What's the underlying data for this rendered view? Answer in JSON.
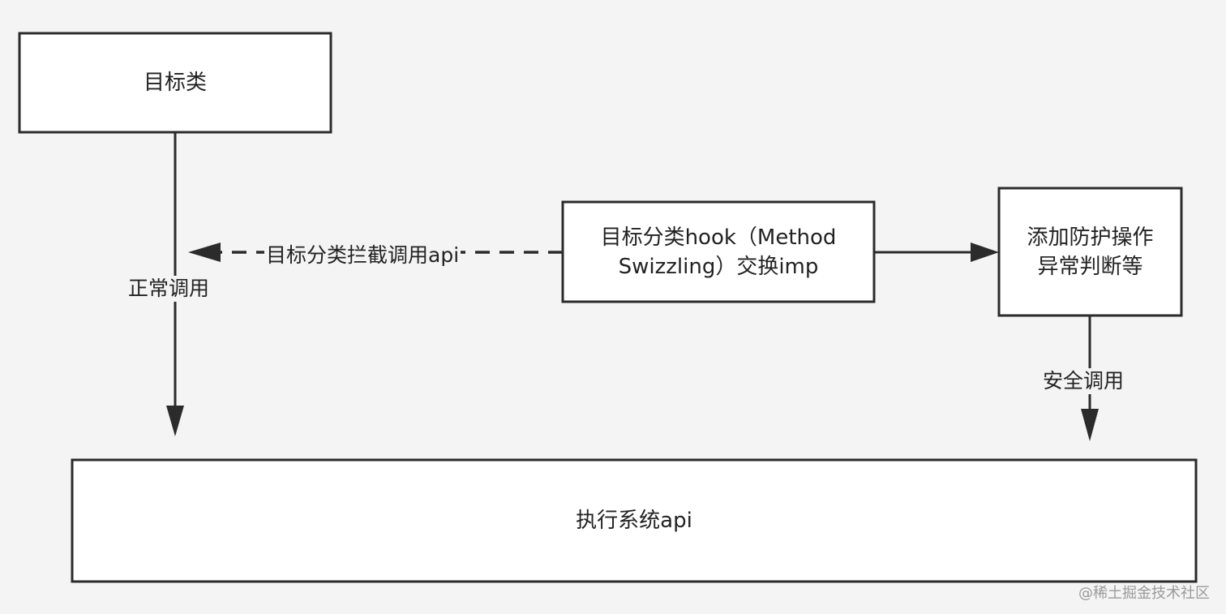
{
  "nodes": {
    "target_class": "目标类",
    "category_hook_line1": "目标分类hook（Method",
    "category_hook_line2": "Swizzling）交换imp",
    "protection_line1": "添加防护操作",
    "protection_line2": "异常判断等",
    "system_api": "执行系统api"
  },
  "edges": {
    "normal_call": "正常调用",
    "intercept_call": "目标分类拦截调用api",
    "safe_call": "安全调用"
  },
  "watermark": "@稀土掘金技术社区",
  "colors": {
    "stroke": "#2b2b2b",
    "background": "#f4f4f4",
    "box_fill": "#ffffff"
  }
}
